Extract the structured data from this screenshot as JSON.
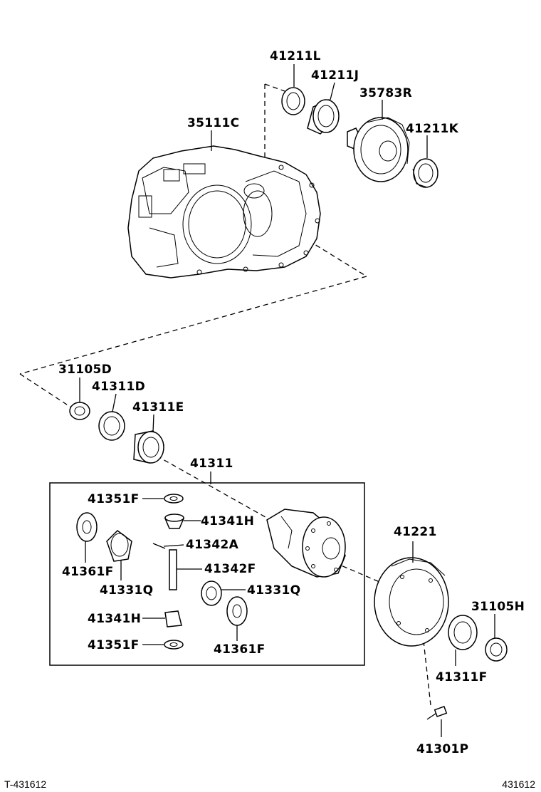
{
  "parts": {
    "p41211L": "41211L",
    "p41211J": "41211J",
    "p35783R": "35783R",
    "p41211K": "41211K",
    "p35111C": "35111C",
    "p31105D": "31105D",
    "p41311D": "41311D",
    "p41311E": "41311E",
    "p41311": "41311",
    "p41351F_top": "41351F",
    "p41341H_right": "41341H",
    "p41342A": "41342A",
    "p41361F_left": "41361F",
    "p41342F": "41342F",
    "p41331Q_left": "41331Q",
    "p41331Q_right": "41331Q",
    "p41341H_left": "41341H",
    "p41351F_bottom": "41351F",
    "p41361F_right": "41361F",
    "p41221": "41221",
    "p31105H": "31105H",
    "p41311F": "41311F",
    "p41301P": "41301P"
  },
  "footer": {
    "left_code": "T-431612",
    "right_code": "431612"
  }
}
